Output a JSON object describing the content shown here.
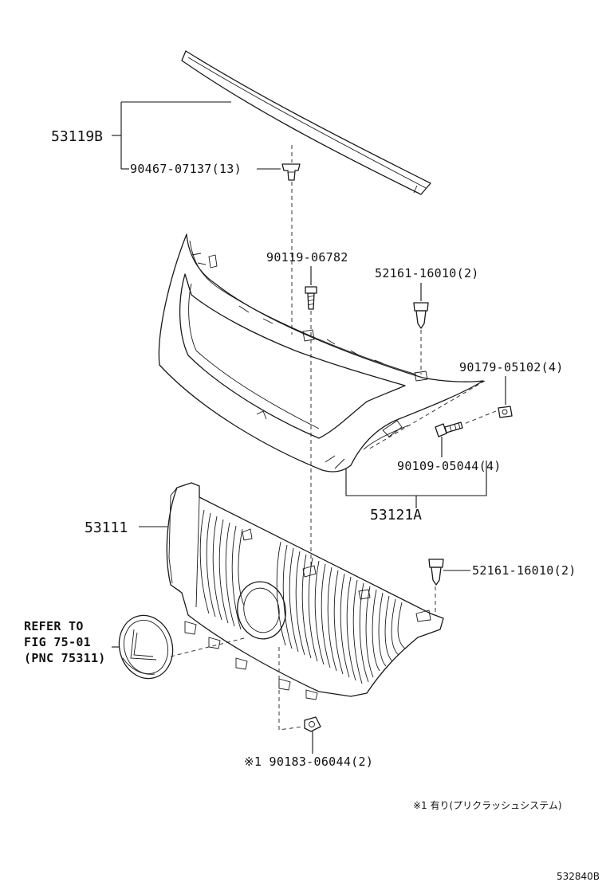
{
  "labels": {
    "molding": "53119B",
    "clip_molding": "90467-07137(13)",
    "screw_top": "90119-06782",
    "clip_upper": "52161-16010(2)",
    "nut": "90179-05102(4)",
    "screw_side": "90109-05044(4)",
    "frame": "53121A",
    "grille": "53111",
    "clip_lower": "52161-16010(2)",
    "refer_line1": "REFER TO",
    "refer_line2": "FIG 75-01",
    "refer_line3": "(PNC 75311)",
    "nut_bottom": "※1 90183-06044(2)",
    "footnote": "※1 有り(プリクラッシュシステム)",
    "figure_id": "532840B"
  }
}
